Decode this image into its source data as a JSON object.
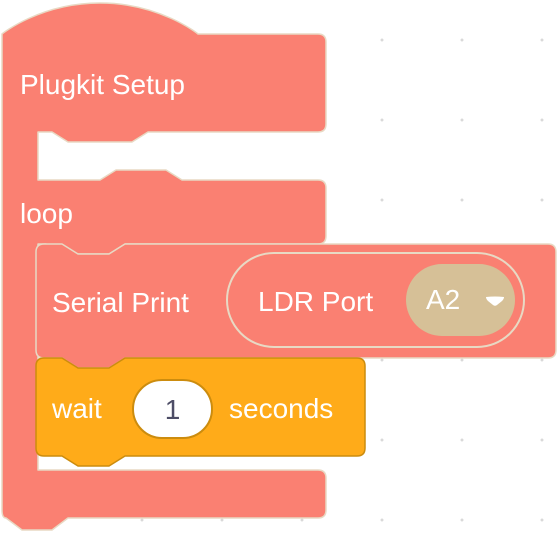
{
  "colors": {
    "canvas_background": "#ffffff",
    "canvas_dots": "#d9d9d9",
    "plugkit_block": "#fa8072",
    "plugkit_block_border": "#e8d9c4",
    "control_block": "#ffab19",
    "control_block_border": "#cc8c0e",
    "dropdown_fill": "#d6c097",
    "label_text": "#ffffff",
    "input_text": "#4d4d66"
  },
  "setup_block": {
    "label": "Plugkit Setup",
    "loop_label": "loop"
  },
  "serial_print_block": {
    "label": "Serial Print",
    "reporter": {
      "label": "LDR Port",
      "port_dropdown": {
        "value": "A2",
        "icon": "caret-down-icon"
      }
    }
  },
  "wait_block": {
    "label_before": "wait",
    "seconds_value": "1",
    "label_after": "seconds"
  }
}
